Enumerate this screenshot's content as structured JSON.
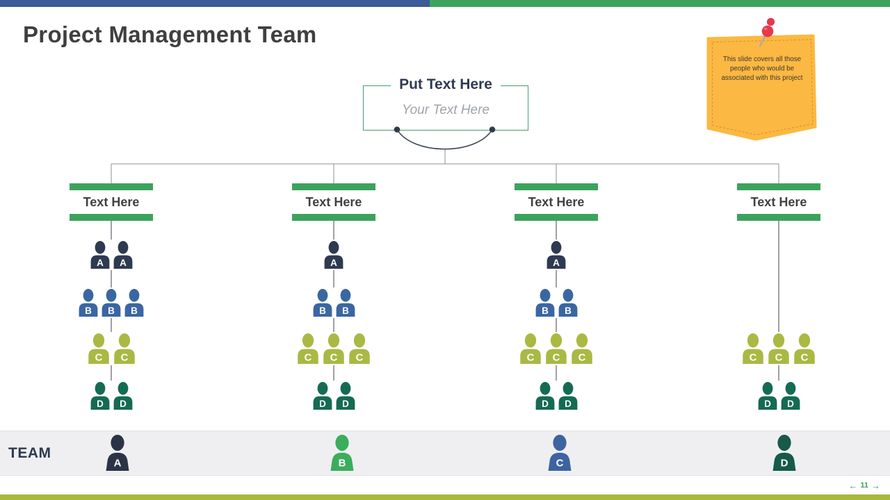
{
  "slide": {
    "title": "Project Management Team",
    "page_number": "11",
    "prev_icon": "←",
    "next_icon": "→"
  },
  "colors": {
    "topbar_blue": "#3B5A97",
    "topbar_green": "#3BA55C",
    "green_accent": "#3CA35C",
    "bottom_olive": "#A8B93C",
    "title_gray": "#3F3F3F",
    "note_bg": "#FBB843",
    "note_dash": "#D9941F",
    "pin_red": "#E6384E",
    "connector_gray": "#8F8F8F",
    "connector_dark": "#5E626C"
  },
  "sticky_note": {
    "lines": [
      "This slide covers all those",
      "people who would be",
      "associated with this project"
    ]
  },
  "root_box": {
    "title": "Put Text Here",
    "placeholder": "Your Text Here"
  },
  "org": {
    "type_colors": {
      "A": "#2E3A50",
      "B": "#3A66A3",
      "C": "#A9B944",
      "D": "#156B52"
    },
    "columns": [
      {
        "label": "Text Here",
        "rows": [
          {
            "type": "A",
            "count": 2
          },
          {
            "type": "B",
            "count": 3
          },
          {
            "type": "C",
            "count": 2
          },
          {
            "type": "D",
            "count": 2
          }
        ]
      },
      {
        "label": "Text Here",
        "rows": [
          {
            "type": "A",
            "count": 1
          },
          {
            "type": "B",
            "count": 2
          },
          {
            "type": "C",
            "count": 3
          },
          {
            "type": "D",
            "count": 2
          }
        ]
      },
      {
        "label": "Text Here",
        "rows": [
          {
            "type": "A",
            "count": 1
          },
          {
            "type": "B",
            "count": 2
          },
          {
            "type": "C",
            "count": 3
          },
          {
            "type": "D",
            "count": 2
          }
        ]
      },
      {
        "label": "Text Here",
        "rows": [
          {
            "type": "C",
            "count": 3
          },
          {
            "type": "D",
            "count": 2
          }
        ]
      }
    ]
  },
  "legend": {
    "label": "TEAM",
    "items": [
      {
        "letter": "A",
        "color": "#2B3447"
      },
      {
        "letter": "B",
        "color": "#3BAD5C"
      },
      {
        "letter": "C",
        "color": "#3D64A0"
      },
      {
        "letter": "D",
        "color": "#17594A"
      }
    ]
  }
}
